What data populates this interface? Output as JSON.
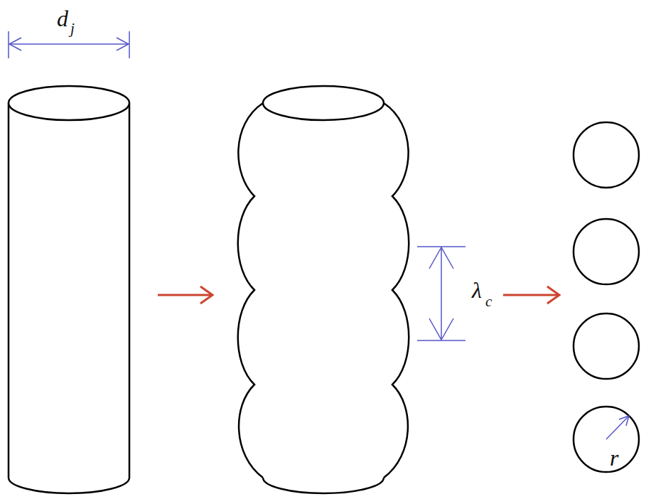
{
  "diagram": {
    "labels": [
      "d",
      "j",
      "λ",
      "c",
      "r"
    ]
  }
}
